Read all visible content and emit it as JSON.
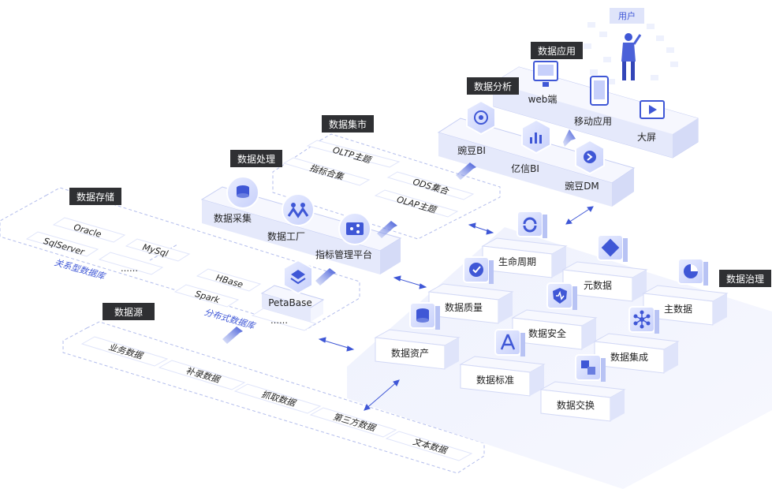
{
  "sections": {
    "source": "数据源",
    "storage": "数据存储",
    "processing": "数据处理",
    "mart": "数据集市",
    "analysis": "数据分析",
    "application": "数据应用",
    "governance": "数据治理"
  },
  "user_label": "用户",
  "source_items": [
    "业务数据",
    "补录数据",
    "抓取数据",
    "第三方数据",
    "文本数据"
  ],
  "relational": {
    "title": "关系型数据库",
    "items": [
      "Oracle",
      "MySql",
      "SqlServer",
      "……"
    ]
  },
  "distributed": {
    "title": "分布式数据库",
    "items": [
      "HBase",
      "Spark",
      "……"
    ],
    "feature": "PetaBase"
  },
  "processing_items": [
    "数据采集",
    "数据工厂",
    "指标管理平台"
  ],
  "mart_items": [
    "OLTP主题",
    "指标合集",
    "ODS集合",
    "OLAP主题"
  ],
  "analysis_items": [
    "豌豆BI",
    "亿信BI",
    "豌豆DM"
  ],
  "application_items": [
    "web端",
    "移动应用",
    "大屏"
  ],
  "governance_items": [
    "生命周期",
    "元数据",
    "主数据",
    "数据质量",
    "数据安全",
    "数据集成",
    "数据资产",
    "数据标准",
    "数据交换"
  ],
  "colors": {
    "accent": "#3f57d6",
    "label_bg": "#2f3033",
    "platform_top": "#f3f5fe",
    "platform_side": "#dfe4fa",
    "dashed": "#b3bdec"
  }
}
